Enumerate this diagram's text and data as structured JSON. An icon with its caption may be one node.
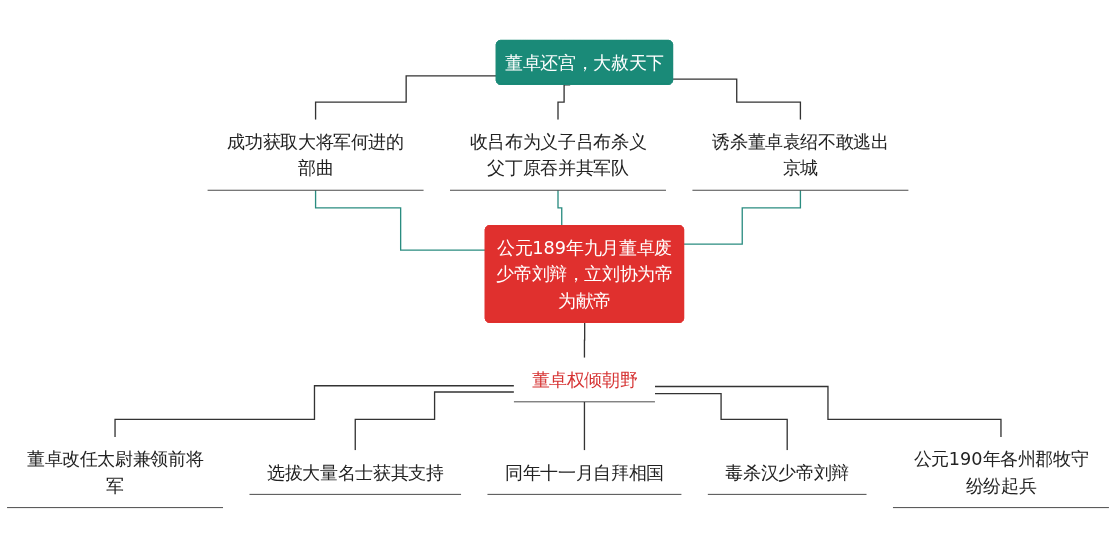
{
  "diagram": {
    "nodes": [
      {
        "text": [
          "董卓还宫，大赦天下"
        ]
      },
      {
        "text": [
          "成功获取大将军何进的部曲"
        ]
      },
      {
        "text": [
          "收吕布为义子吕布杀义父丁原吞并其军队"
        ]
      },
      {
        "text": [
          "诱杀董卓袁绍不敢逃出京城"
        ]
      },
      {
        "text": [
          "公元189年九月董卓废少帝刘辩，立刘协为帝为献帝"
        ]
      },
      {
        "text": [
          "董卓权倾朝野"
        ]
      },
      {
        "text": [
          "董卓改任太尉兼领前将军"
        ]
      },
      {
        "text": [
          "选拔大量名士获其支持"
        ]
      },
      {
        "text": [
          "同年十一月自拜相国"
        ]
      },
      {
        "text": [
          "毒杀汉少帝刘辩"
        ]
      },
      {
        "text": [
          "公元190年各州郡牧守纷纷起兵"
        ]
      }
    ],
    "edges": [
      {
        "from": 0,
        "to": 1,
        "arrow": "none"
      },
      {
        "from": 0,
        "to": 2,
        "arrow": "none"
      },
      {
        "from": 0,
        "to": 3,
        "arrow": "none"
      },
      {
        "from": 1,
        "to": 4,
        "arrow": "none",
        "color": "#2a8c80"
      },
      {
        "from": 2,
        "to": 4,
        "arrow": "none",
        "color": "#2a8c80"
      },
      {
        "from": 3,
        "to": 4,
        "arrow": "none",
        "color": "#2a8c80"
      },
      {
        "from": 4,
        "to": 5,
        "arrow": "none"
      },
      {
        "from": 5,
        "to": 6,
        "arrow": "none"
      },
      {
        "from": 5,
        "to": 7,
        "arrow": "none"
      },
      {
        "from": 5,
        "to": 8,
        "arrow": "none"
      },
      {
        "from": 5,
        "to": 9,
        "arrow": "none"
      },
      {
        "from": 5,
        "to": 10,
        "arrow": "none"
      }
    ]
  }
}
